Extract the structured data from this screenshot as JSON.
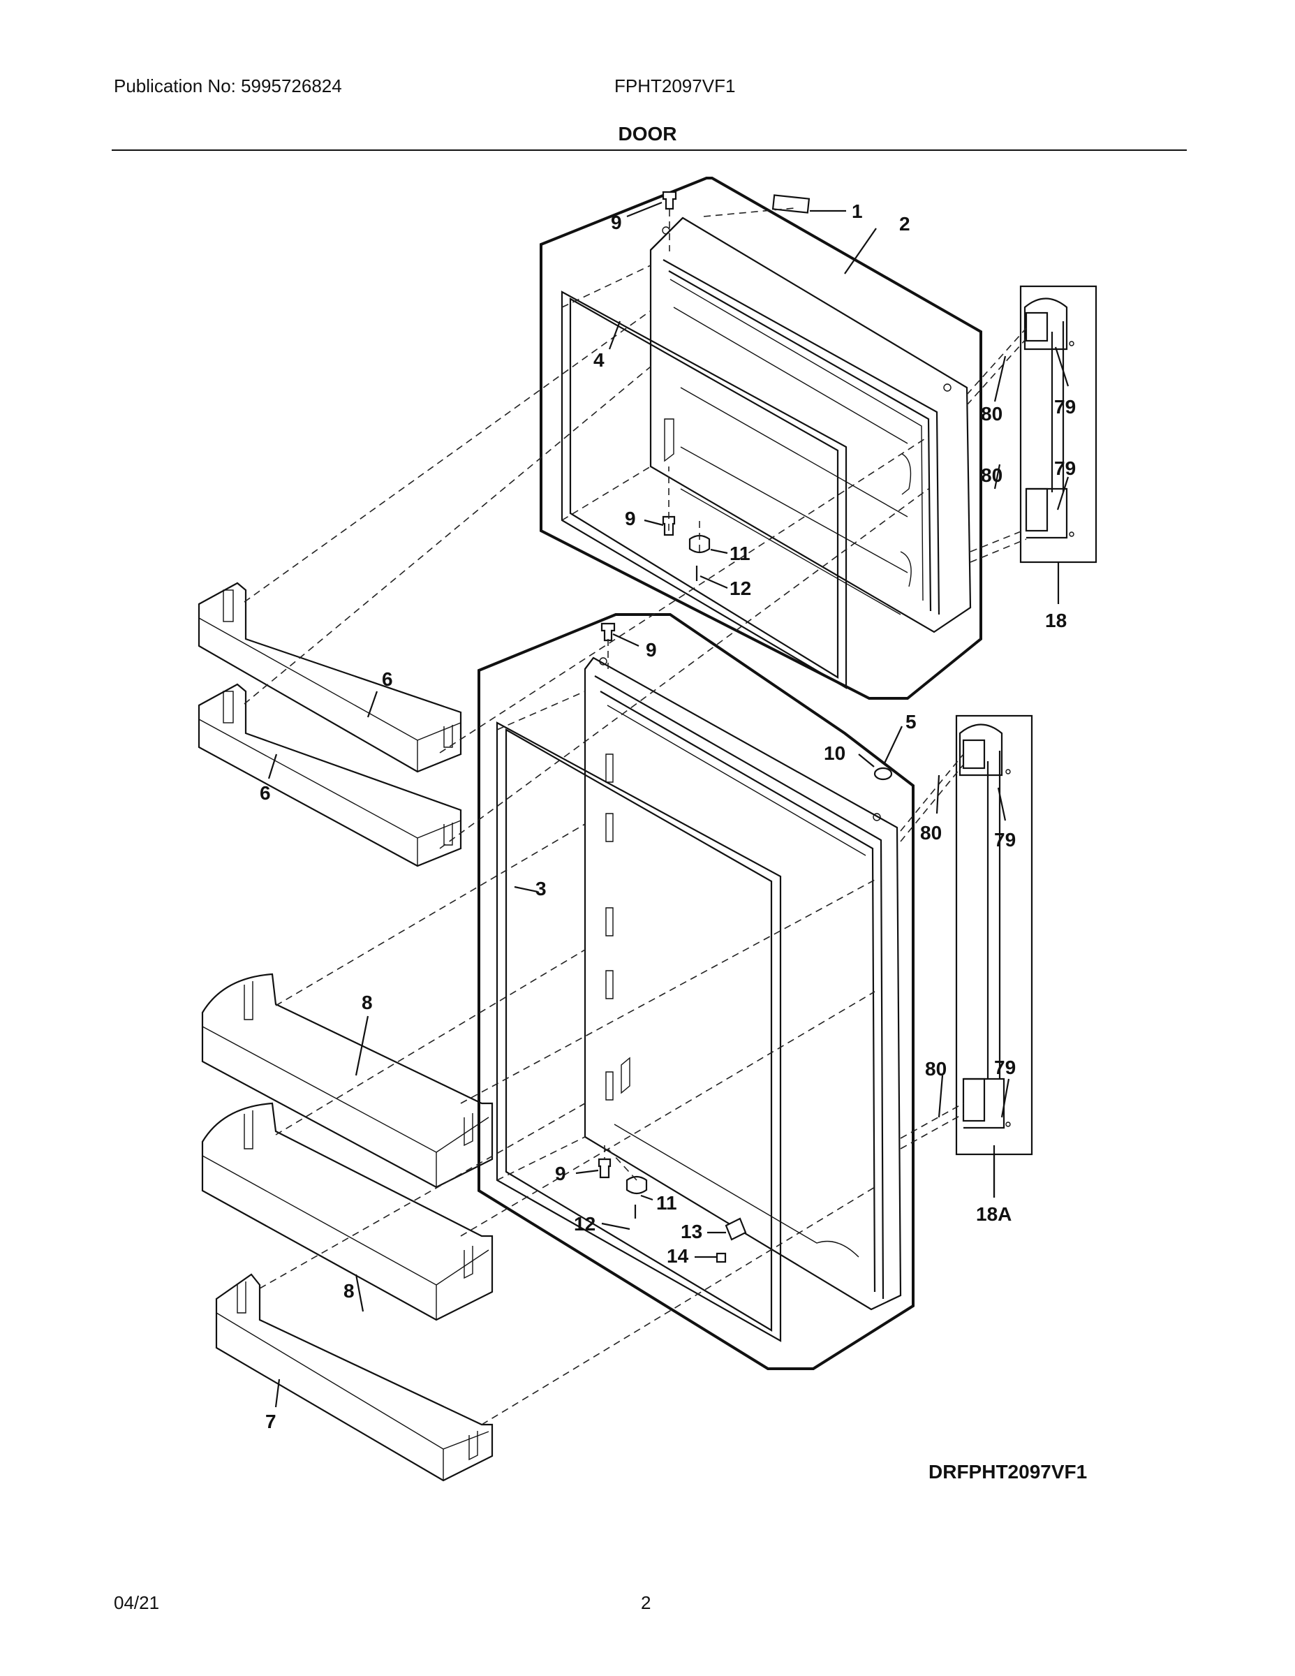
{
  "header": {
    "publication": "Publication No: 5995726824",
    "model": "FPHT2097VF1",
    "section_title": "DOOR"
  },
  "diagram_code": "DRFPHT2097VF1",
  "footer": {
    "date": "04/21",
    "page": "2"
  },
  "callouts": {
    "c1": "1",
    "c2": "2",
    "c3": "3",
    "c4": "4",
    "c5": "5",
    "c6a": "6",
    "c6b": "6",
    "c7": "7",
    "c8a": "8",
    "c8b": "8",
    "c9a": "9",
    "c9b": "9",
    "c9c": "9",
    "c9d": "9",
    "c10": "10",
    "c11a": "11",
    "c11b": "11",
    "c12a": "12",
    "c12b": "12",
    "c13": "13",
    "c14": "14",
    "c18": "18",
    "c18a": "18A",
    "c79a": "79",
    "c79b": "79",
    "c79c": "79",
    "c79d": "79",
    "c80a": "80",
    "c80b": "80",
    "c80c": "80",
    "c80d": "80"
  }
}
